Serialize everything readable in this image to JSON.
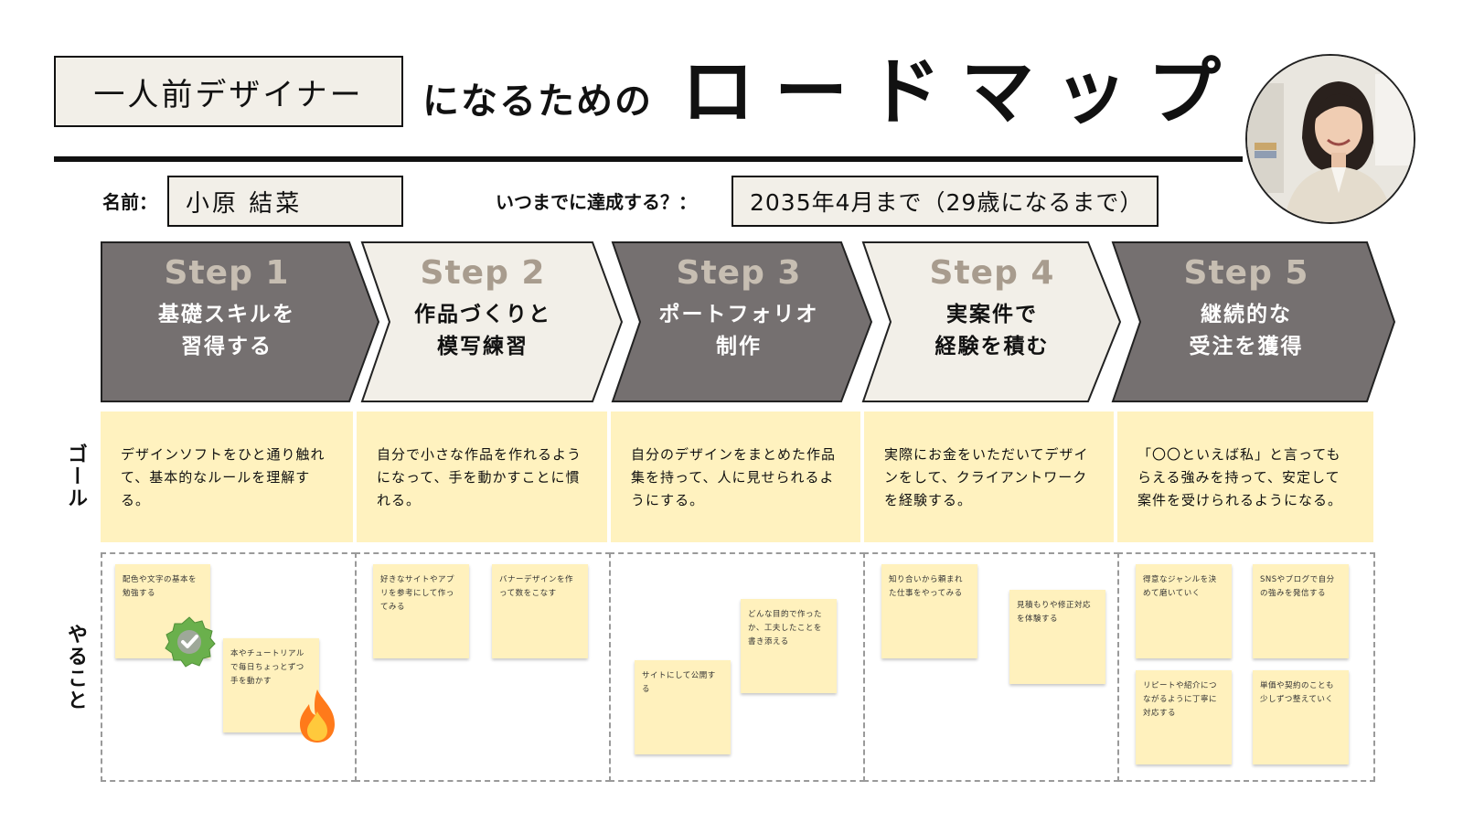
{
  "header": {
    "title_box": "一人前デザイナー",
    "title_mid": "になるための",
    "title_big": "ロードマップ"
  },
  "profile": {
    "name_label": "名前：",
    "name_value": "小原 結菜",
    "deadline_label": "いつまでに達成する？：",
    "deadline_value": "2035年4月まで（29歳になるまで）"
  },
  "steps": [
    {
      "num": "Step 1",
      "text": "基礎スキルを\n習得する"
    },
    {
      "num": "Step 2",
      "text": "作品づくりと\n模写練習"
    },
    {
      "num": "Step 3",
      "text": "ポートフォリオ\n制作"
    },
    {
      "num": "Step 4",
      "text": "実案件で\n経験を積む"
    },
    {
      "num": "Step 5",
      "text": "継続的な\n受注を獲得"
    }
  ],
  "row_labels": {
    "goal": "ゴール",
    "todo": "やること"
  },
  "goals": [
    "デザインソフトをひと通り触れて、基本的なルールを理解する。",
    "自分で小さな作品を作れるようになって、手を動かすことに慣れる。",
    "自分のデザインをまとめた作品集を持って、人に見せられるようにする。",
    "実際にお金をいただいてデザインをして、クライアントワークを経験する。",
    "「〇〇といえば私」と言ってもらえる強みを持って、安定して案件を受けられるようになる。"
  ],
  "todos": [
    [
      "配色や文字の基本を勉強する",
      "本やチュートリアルで毎日ちょっとずつ手を動かす"
    ],
    [
      "好きなサイトやアプリを参考にして作ってみる",
      "バナーデザインを作って数をこなす"
    ],
    [
      "サイトにして公開する",
      "どんな目的で作ったか、工夫したことを書き添える"
    ],
    [
      "知り合いから頼まれた仕事をやってみる",
      "見積もりや修正対応を体験する"
    ],
    [
      "得意なジャンルを決めて磨いていく",
      "SNSやブログで自分の強みを発信する",
      "リピートや紹介につながるように丁寧に対応する",
      "単価や契約のことも少しずつ整えていく"
    ]
  ],
  "colors": {
    "dark_step": "#757070",
    "light_step": "#f2efe8",
    "goal_bg": "#fff2bf",
    "note_bg": "#fff1bd"
  },
  "icons": [
    "checkmark-badge-icon",
    "fire-icon"
  ]
}
